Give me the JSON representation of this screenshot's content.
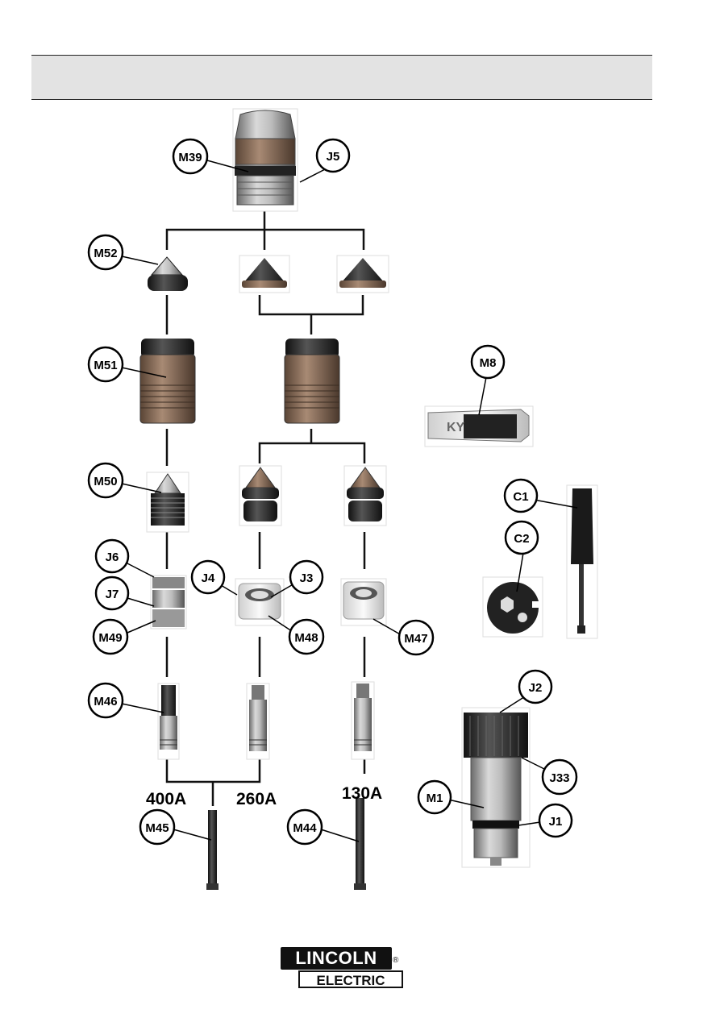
{
  "callouts": {
    "m39": "M39",
    "j5": "J5",
    "m52": "M52",
    "m51": "M51",
    "m50": "M50",
    "j6": "J6",
    "j7": "J7",
    "m49": "M49",
    "j4": "J4",
    "j3": "J3",
    "m48": "M48",
    "m47": "M47",
    "m46": "M46",
    "m45": "M45",
    "m44": "M44",
    "m8": "M8",
    "c1": "C1",
    "c2": "C2",
    "j2": "J2",
    "j33": "J33",
    "m1": "M1",
    "j1": "J1"
  },
  "amperage": {
    "a400": "400A",
    "a260": "260A",
    "a130": "130A"
  },
  "tube_text": "KY",
  "logo": {
    "top": "LINCOLN",
    "registered": "®",
    "bottom": "ELECTRIC"
  },
  "colors": {
    "header_band": "#e3e3e3",
    "metal_dark": "#2b2b2b",
    "metal_light": "#bdbdbd",
    "copper": "#8a6a55"
  }
}
